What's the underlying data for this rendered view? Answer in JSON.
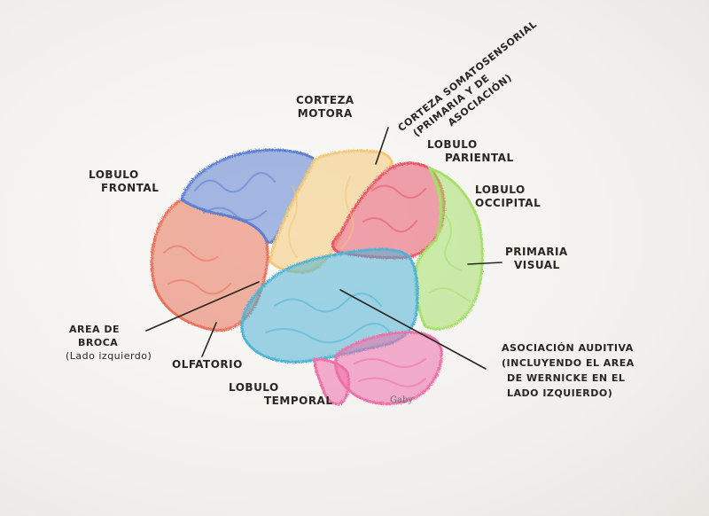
{
  "labels": {
    "corteza_motora": [
      "CORTEZA",
      "MOTORA"
    ],
    "corteza_somatosensorial": [
      "CORTEZA SOMATOSENSORIAL",
      "(PRIMARIA Y DE",
      "ASOCIACIÓN)"
    ],
    "lobulo_pariental": [
      "LOBULO",
      "PARIENTAL"
    ],
    "lobulo_frontal": [
      "LOBULO",
      "FRONTAL"
    ],
    "lobulo_occipital": [
      "LOBULO",
      "OCCIPITAL"
    ],
    "primaria_visual": [
      "PRIMARIA",
      "VISUAL"
    ],
    "area_broca": [
      "AREA DE",
      "BROCA",
      "(Lado izquierdo)"
    ],
    "olfatorio": [
      "OLFATORIO"
    ],
    "lobulo_temporal": [
      "LOBULO",
      "TEMPORAL"
    ],
    "asociacion_auditiva": [
      "ASOCIACIÓN AUDITIVA",
      "(INCLUYENDO EL AREA",
      "DE WERNICKE EN EL",
      "LADO IZQUIERDO)"
    ]
  },
  "signature": "Gaby",
  "colors": {
    "frontal": "#e8735a",
    "motora": "#f2c879",
    "frontal_top": "#5b7fd0",
    "parietal": "#e7566a",
    "occipital": "#a6e06a",
    "temporal": "#4fb3d6",
    "cerebellum": "#ee6fa8",
    "line": "#2b2521"
  }
}
